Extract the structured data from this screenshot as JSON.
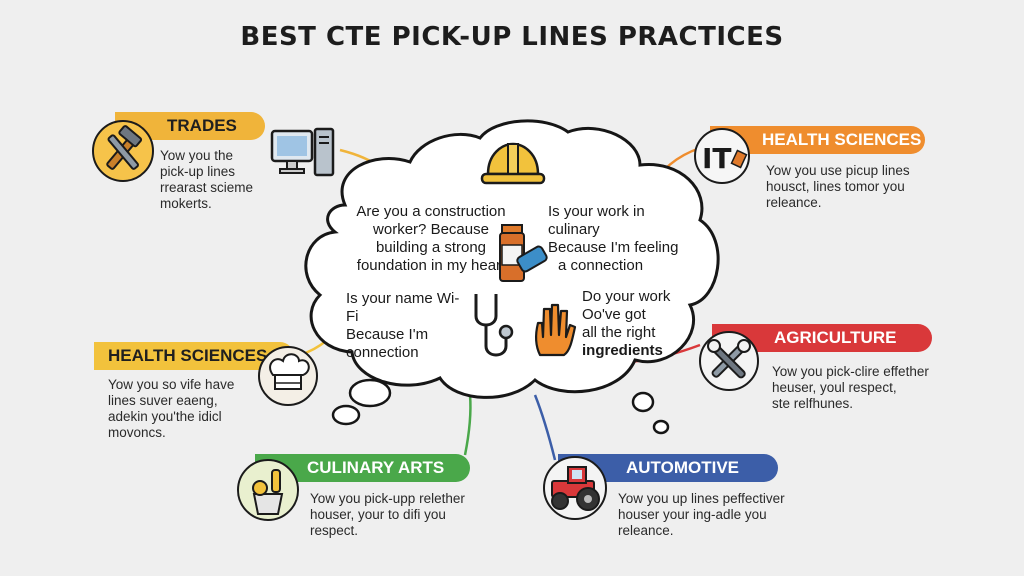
{
  "title": "BEST CTE PICK-UP LINES PRACTICES",
  "categories": {
    "trades": {
      "label": "TRADES",
      "lines": [
        "Yow you the",
        "pick-up lines",
        "rrearast scieme",
        "mokerts."
      ]
    },
    "health_top": {
      "label": "HEALTH SCIENCES",
      "lines": [
        "Yow you use picup lines",
        "housct, lines tomor you",
        "releance."
      ]
    },
    "health_left": {
      "label": "HEALTH SCIENCES",
      "lines": [
        "Yow you so vife have",
        "lines suver eaeng,",
        "adekin you'the idicl",
        "movoncs."
      ]
    },
    "agriculture": {
      "label": "AGRICULTURE",
      "lines": [
        "Yow you pick-clire effether",
        "heuser, youl respect,",
        "ste relfhunes."
      ]
    },
    "culinary": {
      "label": "CULINARY ARTS",
      "lines": [
        "Yow you pick-upp relether",
        "houser, your to difi you",
        "respect."
      ]
    },
    "automotive": {
      "label": "AUTOMOTIVE",
      "lines": [
        "Yow you up lines peffectiver",
        "houser your ing-adle you",
        "releance."
      ]
    }
  },
  "bubble": {
    "q1": [
      "Are you a construction",
      "worker? Because",
      "building a strong",
      "foundation in my heart"
    ],
    "q2": [
      "Is your work in",
      "culinary",
      "Because I'm feeling",
      "a connection"
    ],
    "q3": [
      "Is your name Wi-Fi",
      "Because I'm",
      "connection"
    ],
    "q4": [
      "Do your work",
      "Oo've got",
      "all the right",
      "ingredients"
    ]
  },
  "colors": {
    "trades": "#f0b43a",
    "health_top": "#ef8d2e",
    "health_left": "#f2c23c",
    "agriculture": "#d9383a",
    "culinary": "#4aa84a",
    "automotive": "#3c5ea8"
  }
}
